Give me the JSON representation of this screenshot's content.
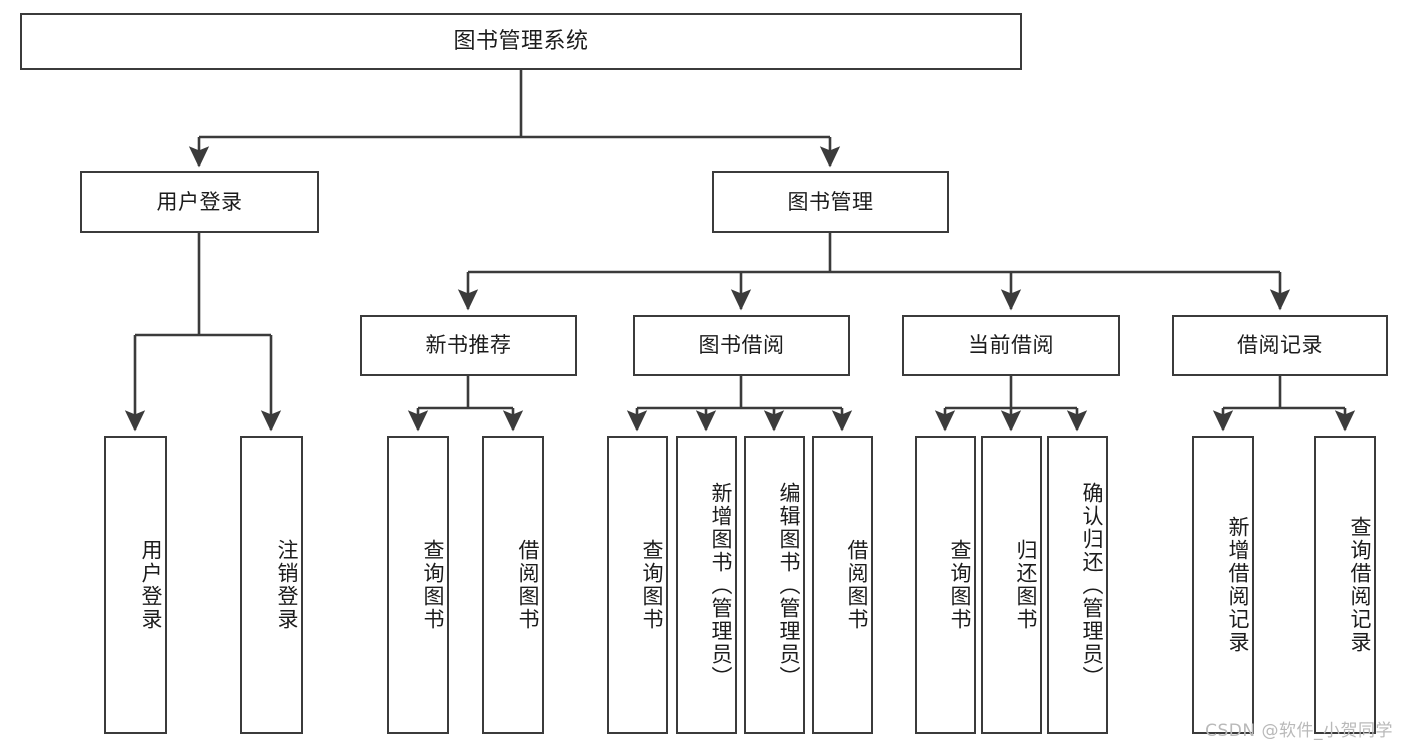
{
  "diagram": {
    "title": "图书管理系统",
    "type": "hierarchy-tree",
    "watermark": "CSDN @软件_小贺同学",
    "colors": {
      "background": "#ffffff",
      "box_border": "#3b3b3b",
      "edge": "#3b3b3b",
      "text": "#1c1c1c",
      "watermark": "#b9b9b9"
    },
    "root": {
      "label": "图书管理系统"
    },
    "level2": [
      {
        "label": "用户登录"
      },
      {
        "label": "图书管理"
      }
    ],
    "level3": [
      {
        "label": "新书推荐"
      },
      {
        "label": "图书借阅"
      },
      {
        "label": "当前借阅"
      },
      {
        "label": "借阅记录"
      }
    ],
    "leaves": {
      "user_login": [
        {
          "label": "用户登录"
        },
        {
          "label": "注销登录"
        }
      ],
      "new_book_recommend": [
        {
          "label": "查询图书"
        },
        {
          "label": "借阅图书"
        }
      ],
      "book_borrow": [
        {
          "label": "查询图书"
        },
        {
          "label": "新增图书（管理员）"
        },
        {
          "label": "编辑图书（管理员）"
        },
        {
          "label": "借阅图书"
        }
      ],
      "current_borrow": [
        {
          "label": "查询图书"
        },
        {
          "label": "归还图书"
        },
        {
          "label": "确认归还（管理员）"
        }
      ],
      "borrow_record": [
        {
          "label": "新增借阅记录"
        },
        {
          "label": "查询借阅记录"
        }
      ]
    }
  }
}
